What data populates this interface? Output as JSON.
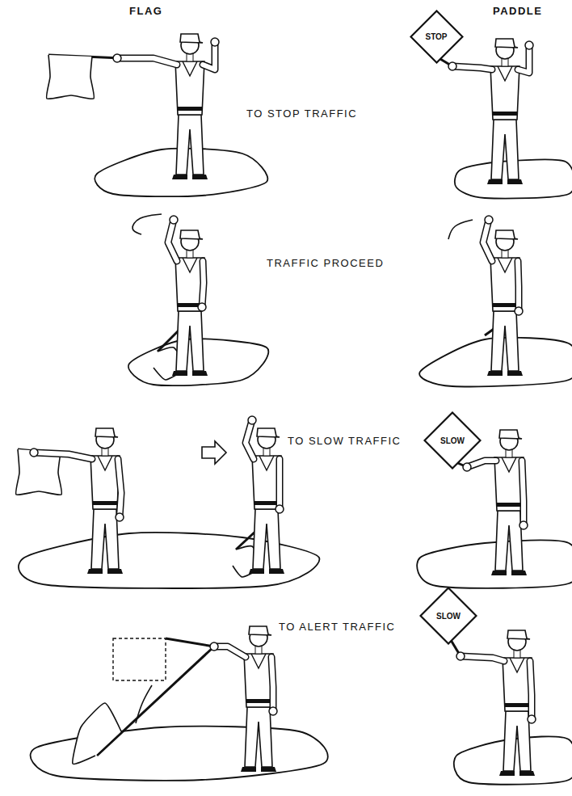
{
  "diagram": {
    "nodes": [
      {
        "text": [
          "STOP"
        ]
      },
      {
        "text": [
          "SLOW"
        ]
      },
      {
        "text": [
          "SLOW"
        ]
      }
    ],
    "labels": [
      "FLAG",
      "PADDLE",
      "TO STOP TRAFFIC",
      "TRAFFIC PROCEED",
      "TO SLOW TRAFFIC",
      "TO ALERT TRAFFIC"
    ]
  }
}
